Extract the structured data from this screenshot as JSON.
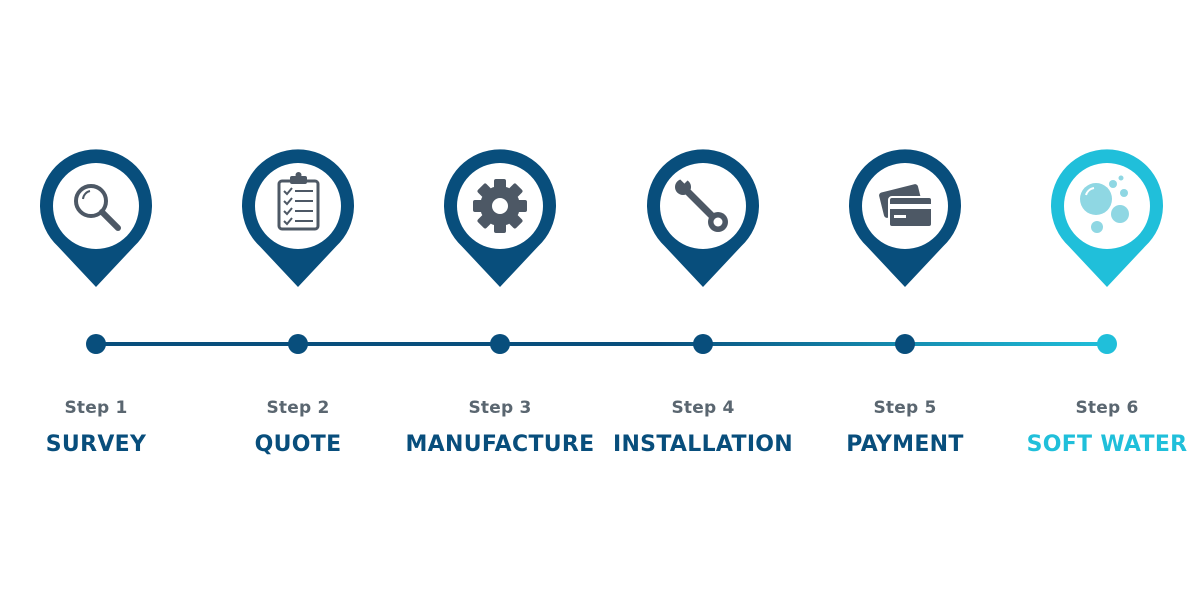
{
  "colors": {
    "primary": "#084e7c",
    "accent": "#20bfda",
    "icon": "#4d5865",
    "bubbles": "#8fd7e3",
    "step_label": "#5a6670"
  },
  "steps": [
    {
      "number": "Step 1",
      "title": "SURVEY",
      "icon": "magnifier-icon"
    },
    {
      "number": "Step 2",
      "title": "QUOTE",
      "icon": "clipboard-checklist-icon"
    },
    {
      "number": "Step 3",
      "title": "MANUFACTURE",
      "icon": "gear-icon"
    },
    {
      "number": "Step 4",
      "title": "INSTALLATION",
      "icon": "wrench-icon"
    },
    {
      "number": "Step 5",
      "title": "PAYMENT",
      "icon": "credit-card-icon"
    },
    {
      "number": "Step 6",
      "title": "SOFT WATER",
      "icon": "water-bubbles-icon"
    }
  ]
}
